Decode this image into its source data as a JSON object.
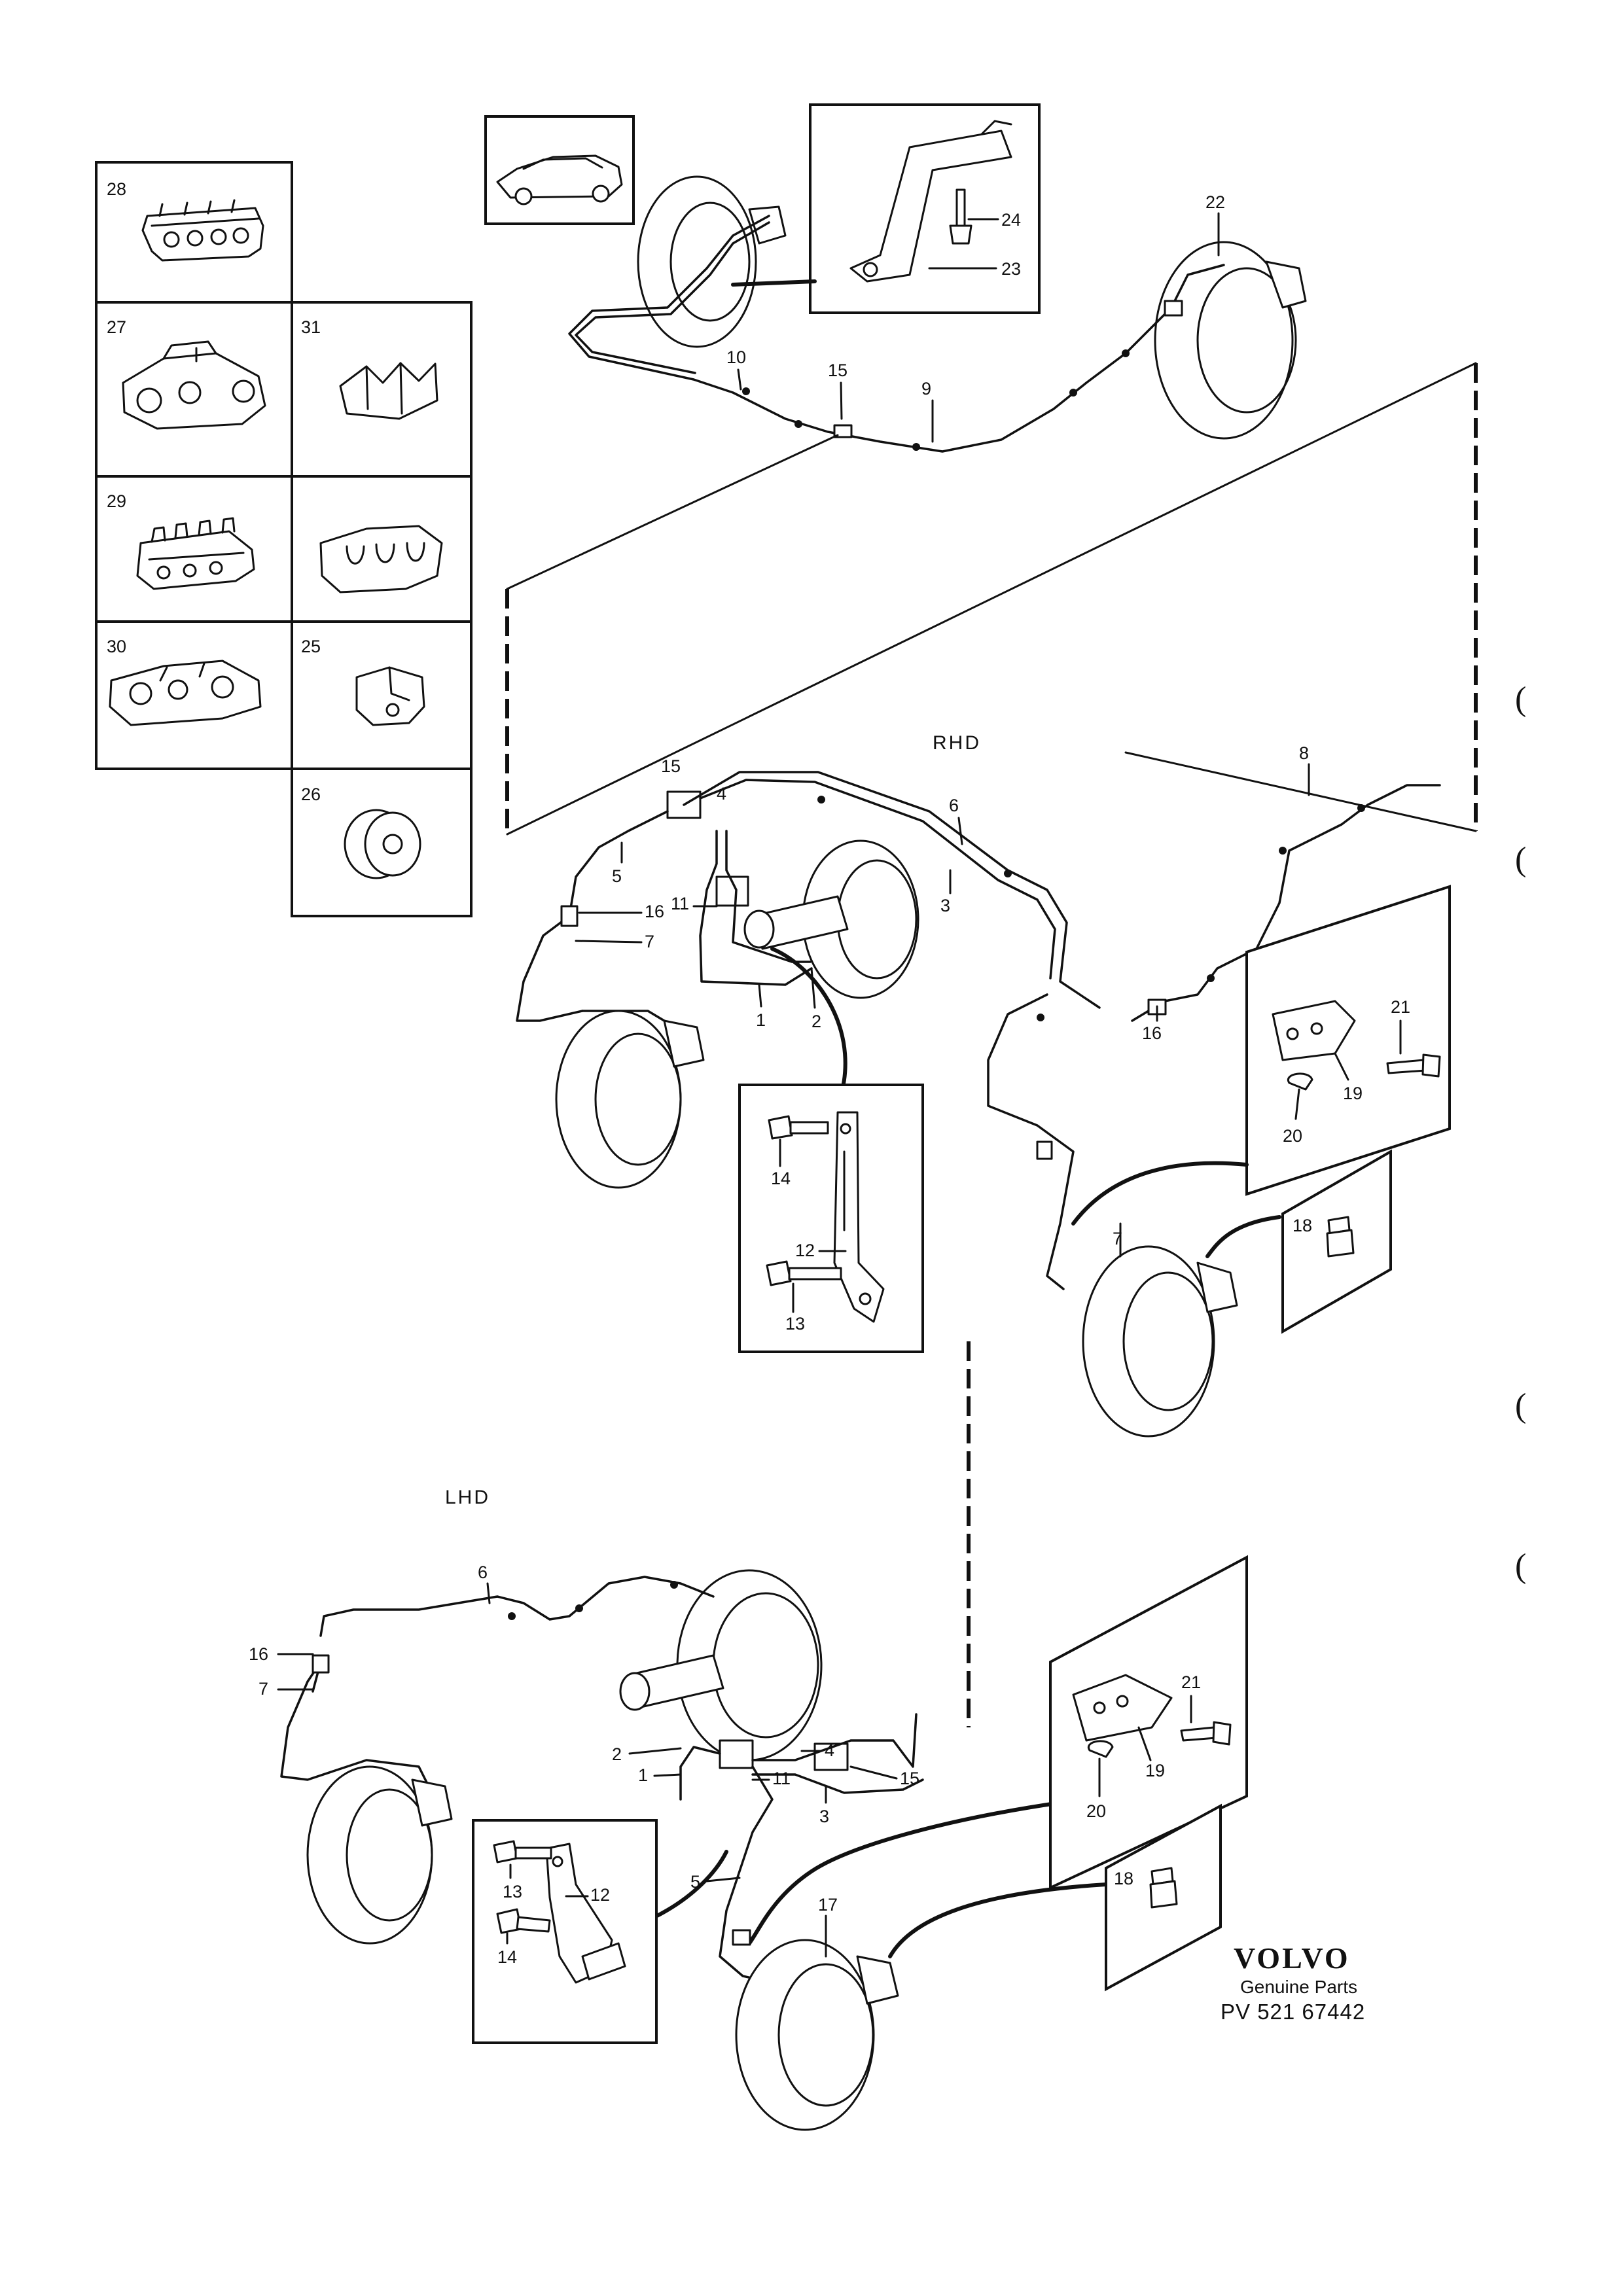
{
  "brand": {
    "name": "VOLVO",
    "tagline": "Genuine Parts",
    "reference": "PV 521 67442"
  },
  "sections": {
    "rhd": "RHD",
    "lhd": "LHD"
  },
  "clip_grid": [
    {
      "number": "28",
      "icon": "pipe-clip-4-way-icon"
    },
    {
      "number": "27",
      "icon": "pipe-clip-3-way-icon"
    },
    {
      "number": "31",
      "icon": "pipe-clip-2-way-icon"
    },
    {
      "number": "29",
      "icon": "pipe-clip-6-way-icon"
    },
    {
      "number": "",
      "icon": "pipe-clip-3-slot-icon"
    },
    {
      "number": "30",
      "icon": "pipe-clip-4-slot-icon"
    },
    {
      "number": "25",
      "icon": "pipe-clip-1-way-icon"
    },
    {
      "number": "26",
      "icon": "grommet-icon"
    }
  ],
  "rear_callouts": [
    "24",
    "23",
    "22",
    "10",
    "15",
    "9"
  ],
  "rhd_callouts": [
    "15",
    "4",
    "6",
    "8",
    "11",
    "5",
    "16",
    "3",
    "7",
    "1",
    "2",
    "16",
    "21",
    "14",
    "19",
    "20",
    "12",
    "18",
    "7",
    "13"
  ],
  "lhd_callouts": [
    "6",
    "16",
    "7",
    "2",
    "4",
    "1",
    "11",
    "15",
    "21",
    "3",
    "19",
    "12",
    "20",
    "5",
    "13",
    "18",
    "17",
    "14"
  ],
  "margin_marks": [
    "(",
    "(",
    "(",
    "("
  ]
}
